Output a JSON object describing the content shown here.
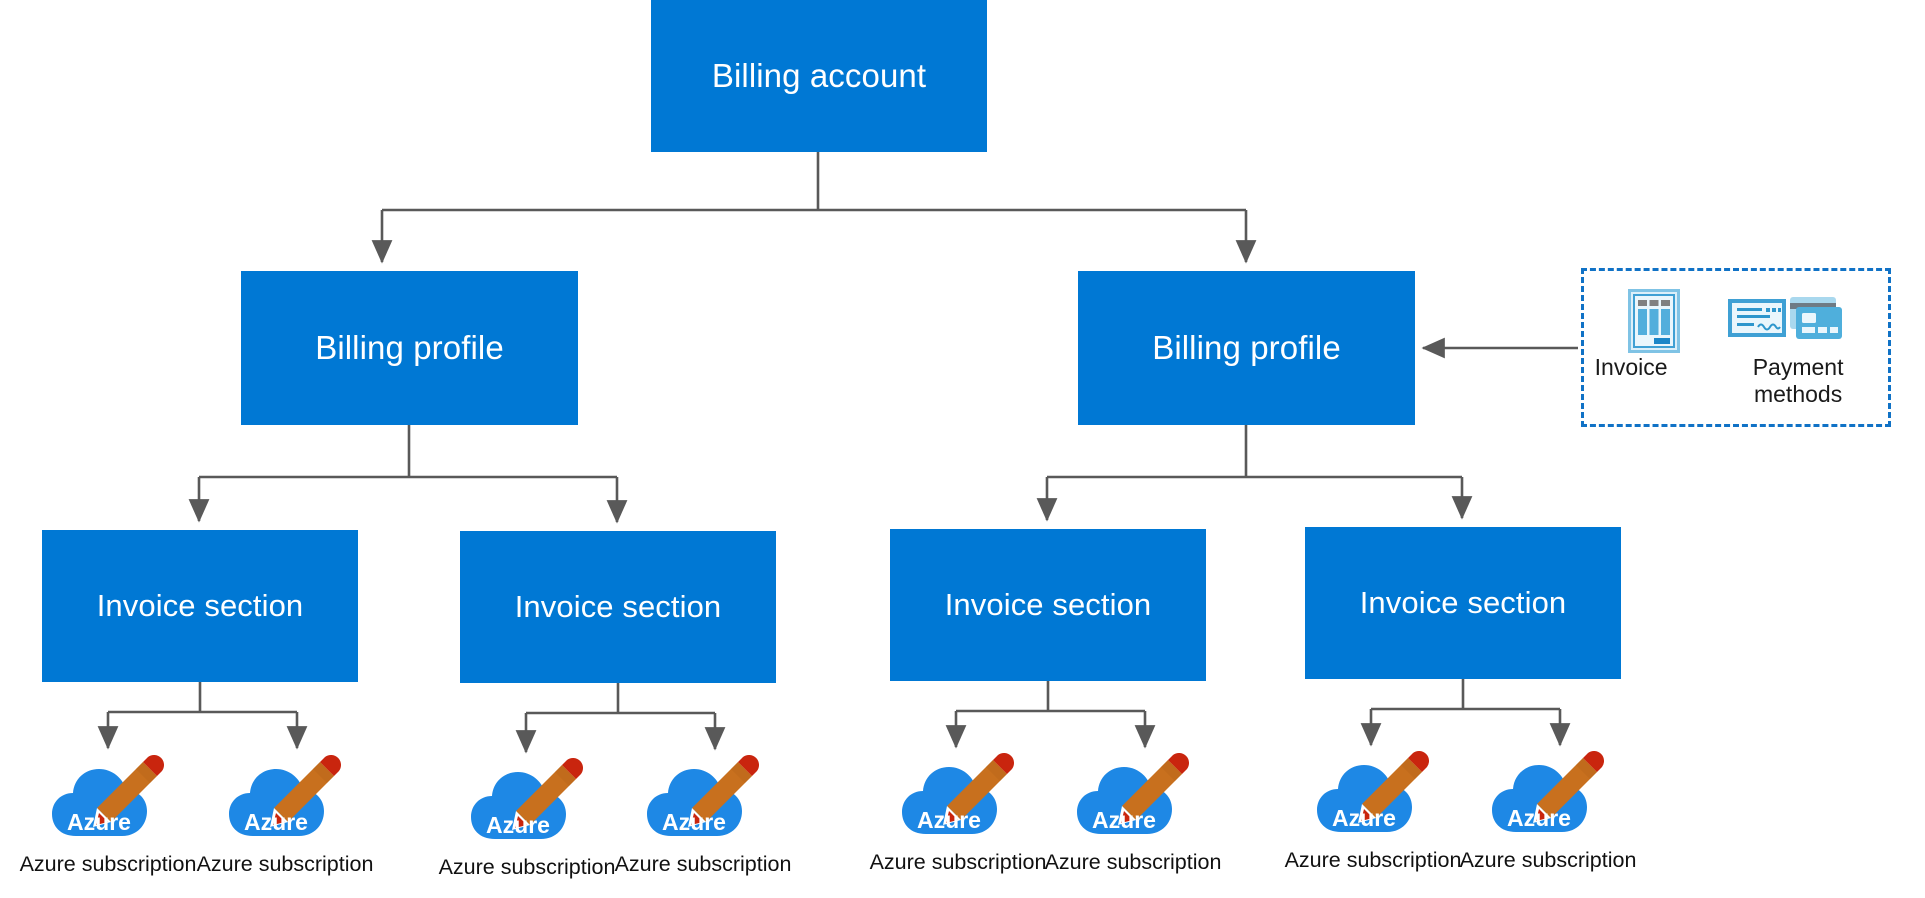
{
  "diagram": {
    "title": "Azure billing account hierarchy",
    "colors": {
      "node_fill": "#0078D4",
      "node_text": "#FFFFFF",
      "connector": "#595959",
      "dashed_border": "#1072C6",
      "icon_blue": "#3FA0D4",
      "icon_blue_dark": "#1B86C8",
      "icon_blue_pale": "#DCEFF9",
      "icon_grey": "#808080",
      "cloud_blue": "#1E88E5",
      "pencil_orange": "#C8701E",
      "pencil_tip_red": "#C9250E"
    }
  },
  "nodes": {
    "billing_account": {
      "label": "Billing account"
    },
    "billing_profiles": [
      {
        "label": "Billing profile"
      },
      {
        "label": "Billing profile"
      }
    ],
    "invoice_sections": [
      {
        "label": "Invoice section"
      },
      {
        "label": "Invoice section"
      },
      {
        "label": "Invoice section"
      },
      {
        "label": "Invoice section"
      }
    ],
    "subscriptions": [
      {
        "label": "Azure subscription",
        "icon": "azure-subscription-icon"
      },
      {
        "label": "Azure subscription",
        "icon": "azure-subscription-icon"
      },
      {
        "label": "Azure subscription",
        "icon": "azure-subscription-icon"
      },
      {
        "label": "Azure subscription",
        "icon": "azure-subscription-icon"
      },
      {
        "label": "Azure subscription",
        "icon": "azure-subscription-icon"
      },
      {
        "label": "Azure subscription",
        "icon": "azure-subscription-icon"
      },
      {
        "label": "Azure subscription",
        "icon": "azure-subscription-icon"
      },
      {
        "label": "Azure subscription",
        "icon": "azure-subscription-icon"
      }
    ]
  },
  "payment_panel": {
    "items": [
      {
        "label": "Invoice",
        "icon": "invoice-document-icon"
      },
      {
        "label": "Payment methods",
        "icon": "payment-methods-icon"
      }
    ]
  }
}
